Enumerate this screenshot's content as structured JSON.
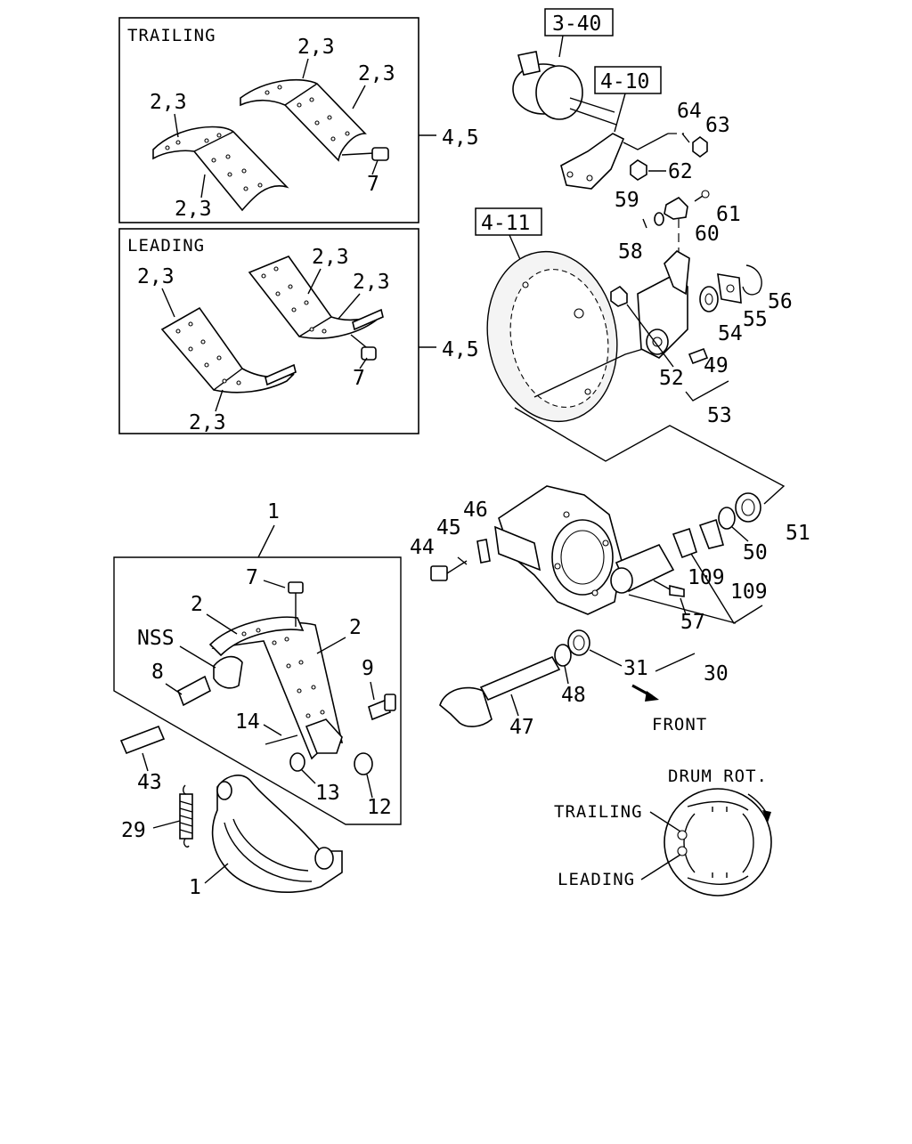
{
  "boxes": {
    "trailing_title": "TRAILING",
    "leading_title": "LEADING"
  },
  "callouts": {
    "t_23_a": "2,3",
    "t_23_b": "2,3",
    "t_23_c": "2,3",
    "t_23_d": "2,3",
    "t_7": "7",
    "t_45": "4,5",
    "l_23_a": "2,3",
    "l_23_b": "2,3",
    "l_23_c": "2,3",
    "l_23_d": "2,3",
    "l_7": "7",
    "l_45": "4,5",
    "ref_340": "3-40",
    "ref_410": "4-10",
    "ref_411": "4-11",
    "c64": "64",
    "c63": "63",
    "c62": "62",
    "c59": "59",
    "c61": "61",
    "c60": "60",
    "c58": "58",
    "c56": "56",
    "c55": "55",
    "c54": "54",
    "c49": "49",
    "c52": "52",
    "c53": "53",
    "c51": "51",
    "c50": "50",
    "c46": "46",
    "c45": "45",
    "c44": "44",
    "c109a": "109",
    "c109b": "109",
    "c57": "57",
    "c31": "31",
    "c30": "30",
    "c48": "48",
    "c47": "47",
    "front": "FRONT",
    "s1": "1",
    "s7": "7",
    "s2a": "2",
    "s2b": "2",
    "nss": "NSS",
    "s8": "8",
    "s9": "9",
    "s14": "14",
    "s13": "13",
    "s12": "12",
    "s43": "43",
    "s29": "29",
    "s1b": "1",
    "drum_rot": "DRUM ROT.",
    "rot_trailing": "TRAILING",
    "rot_leading": "LEADING"
  },
  "icons": {
    "front_arrow": "arrow-icon",
    "rotation_arrow": "curved-arrow-icon"
  }
}
